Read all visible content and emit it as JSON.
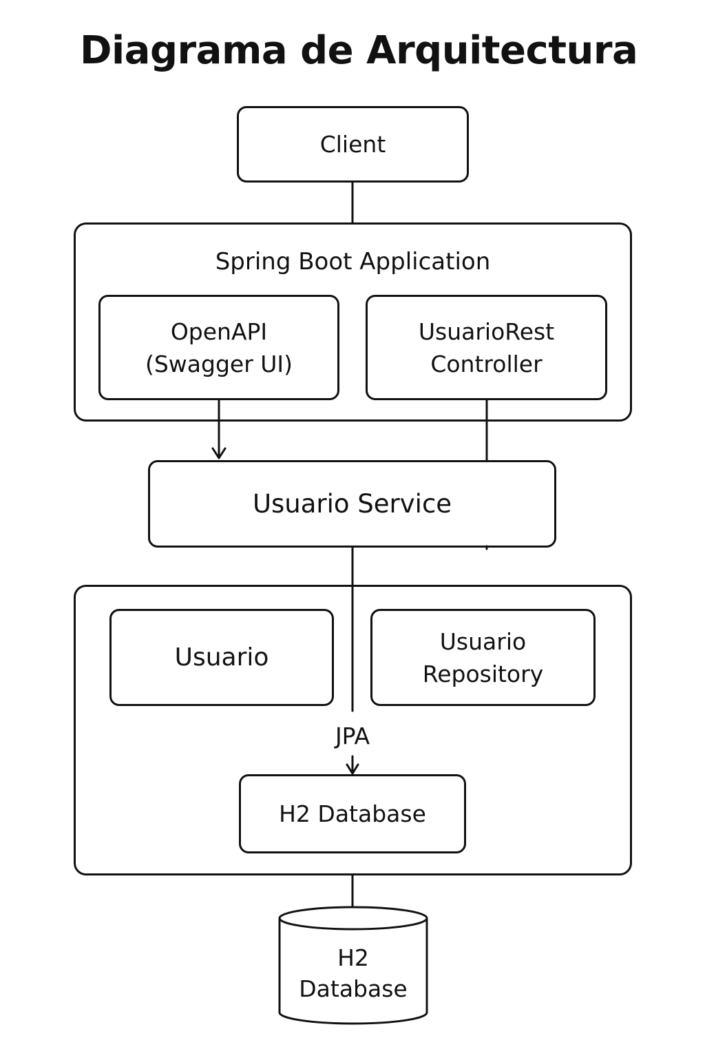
{
  "title": "Diagrama de Arquitectura",
  "nodes": {
    "client": "Client",
    "spring_boot_app": "Spring Boot Application",
    "openapi": [
      "OpenAPI",
      "(Swagger UI)"
    ],
    "usuario_rest_controller": [
      "UsuarioRest",
      "Controller"
    ],
    "usuario_service": "Usuario Service",
    "usuario": "Usuario",
    "usuario_repository": [
      "Usuario",
      "Repository"
    ],
    "jpa": "JPA",
    "h2_database_box": "H2 Database",
    "h2_database_cylinder": [
      "H2",
      "Database"
    ]
  }
}
